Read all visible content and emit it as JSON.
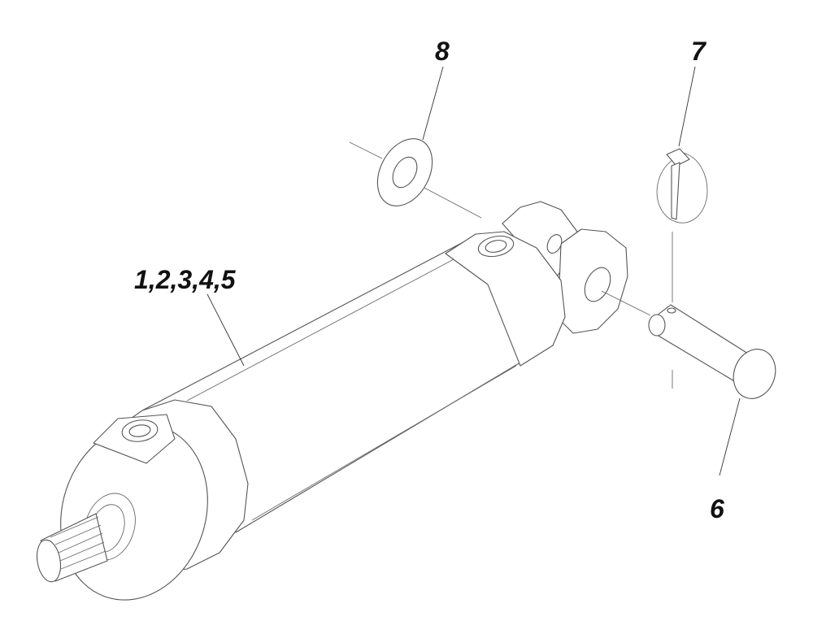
{
  "callouts": {
    "cylinder": "1,2,3,4,5",
    "pin": "6",
    "lynch_pin": "7",
    "washer": "8"
  }
}
